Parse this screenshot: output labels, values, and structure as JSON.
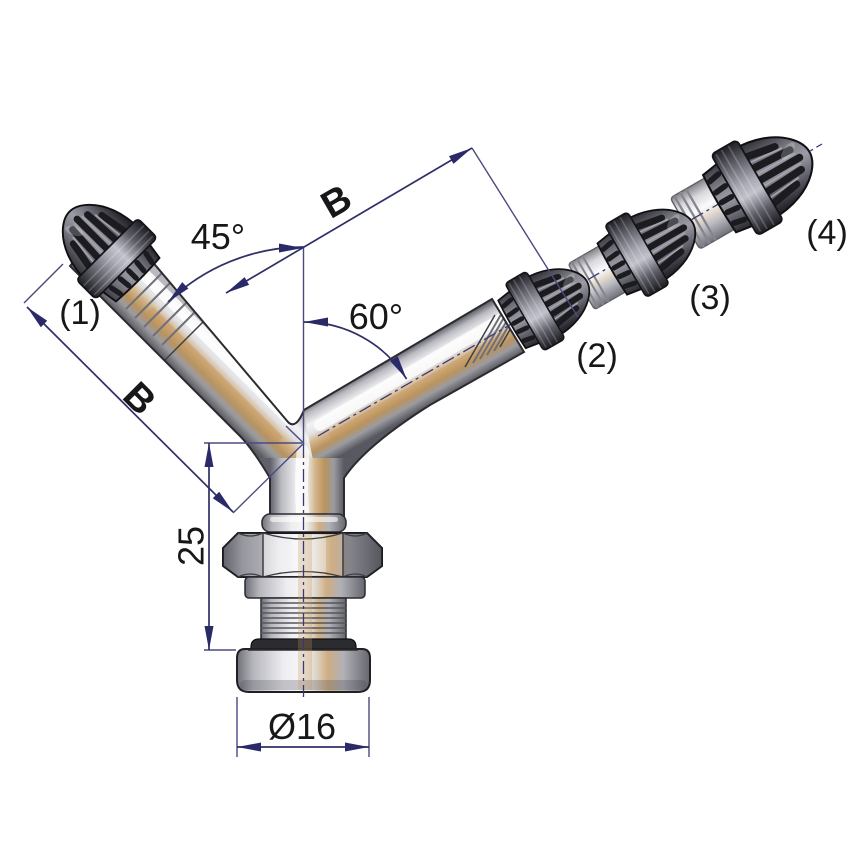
{
  "page": {
    "background": "#ffffff"
  },
  "drawing": {
    "dim_line_color": "#30306a",
    "text_color": "#17171a",
    "metal_color": "#c9c9cd",
    "cap_color": "#55555c",
    "labels": {
      "angle_left": "45°",
      "angle_right": "60°",
      "len_left": "B",
      "len_top": "B",
      "stem_height": "25",
      "base_diameter": "Ø16",
      "part1": "(1)",
      "part2": "(2)",
      "part3": "(3)",
      "part4": "(4)"
    }
  }
}
